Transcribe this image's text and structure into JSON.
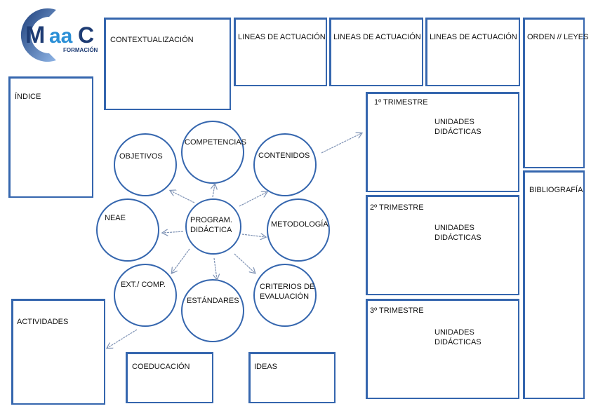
{
  "logo": {
    "brand": "Maac",
    "sub": "FORMACIÓN"
  },
  "boxes": {
    "contextualizacion": "CONTEXTUALIZACIÓN",
    "lineas1": "LINEAS DE ACTUACIÓN",
    "lineas2": "LINEAS DE ACTUACIÓN",
    "lineas3": "LINEAS DE ACTUACIÓN",
    "orden": "ORDEN // LEYES",
    "bibliografia": "BIBLIOGRAFÍA",
    "indice": "ÍNDICE",
    "actividades": "ACTIVIDADES",
    "coeducacion": "COEDUCACIÓN",
    "ideas": "IDEAS"
  },
  "trimestres": [
    {
      "title": "1º TRIMESTRE",
      "line1": "UNIDADES",
      "line2": "DIDÁCTICAS"
    },
    {
      "title": "2º TRIMESTRE",
      "line1": "UNIDADES",
      "line2": "DIDÁCTICAS"
    },
    {
      "title": "3º TRIMESTRE",
      "line1": "UNIDADES",
      "line2": "DIDÁCTICAS"
    }
  ],
  "circles": {
    "center1": "PROGRAM.",
    "center2": "DIDÁCTICA",
    "objetivos": "OBJETIVOS",
    "competencias": "COMPETENCIAS",
    "contenidos": "CONTENIDOS",
    "neae": "NEAE",
    "metodologia": "METODOLOGÍA",
    "ext": "EXT./ COMP.",
    "estandares": "ESTÁNDARES",
    "criterios1": "CRITERIOS DE",
    "criterios2": "EVALUACIÓN"
  },
  "colors": {
    "accent": "#3566ae",
    "arrow": "#7f93b5"
  }
}
